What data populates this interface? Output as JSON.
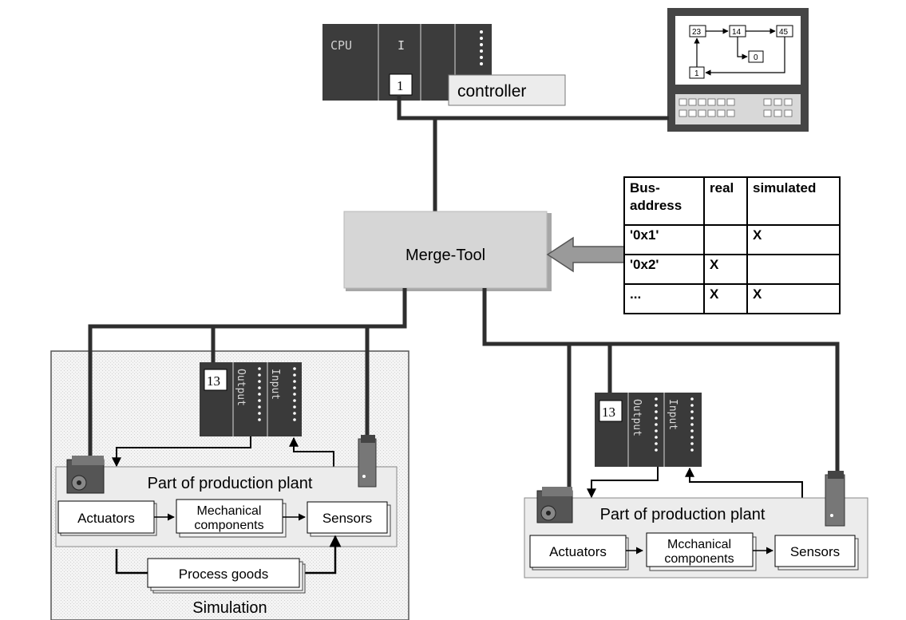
{
  "controller_rack": {
    "cpu_label": "CPU",
    "io_label": "I",
    "address": "1",
    "name": "controller"
  },
  "hmi_panel": {
    "nodes": [
      "23",
      "14",
      "45",
      "0",
      "1"
    ]
  },
  "merge_tool": {
    "label": "Merge-Tool"
  },
  "table": {
    "headers": [
      "Bus-address",
      "real",
      "simulated"
    ],
    "rows": [
      [
        "'0x1'",
        "",
        "X"
      ],
      [
        "'0x2'",
        "X",
        ""
      ],
      [
        "...",
        "X",
        "X"
      ]
    ]
  },
  "left_plant": {
    "io_address": "13",
    "output_label": "Output",
    "input_label": "Input",
    "title": "Part of production plant",
    "actuators": "Actuators",
    "mechanical_line1": "Mechanical",
    "mechanical_line2": "components",
    "sensors": "Sensors",
    "process_goods": "Process goods",
    "simulation": "Simulation"
  },
  "right_plant": {
    "io_address": "13",
    "output_label": "Output",
    "input_label": "Input",
    "title": "Part of production plant",
    "actuators": "Actuators",
    "mechanical_line1": "Mcchanical",
    "mechanical_line2": "components",
    "sensors": "Sensors"
  }
}
